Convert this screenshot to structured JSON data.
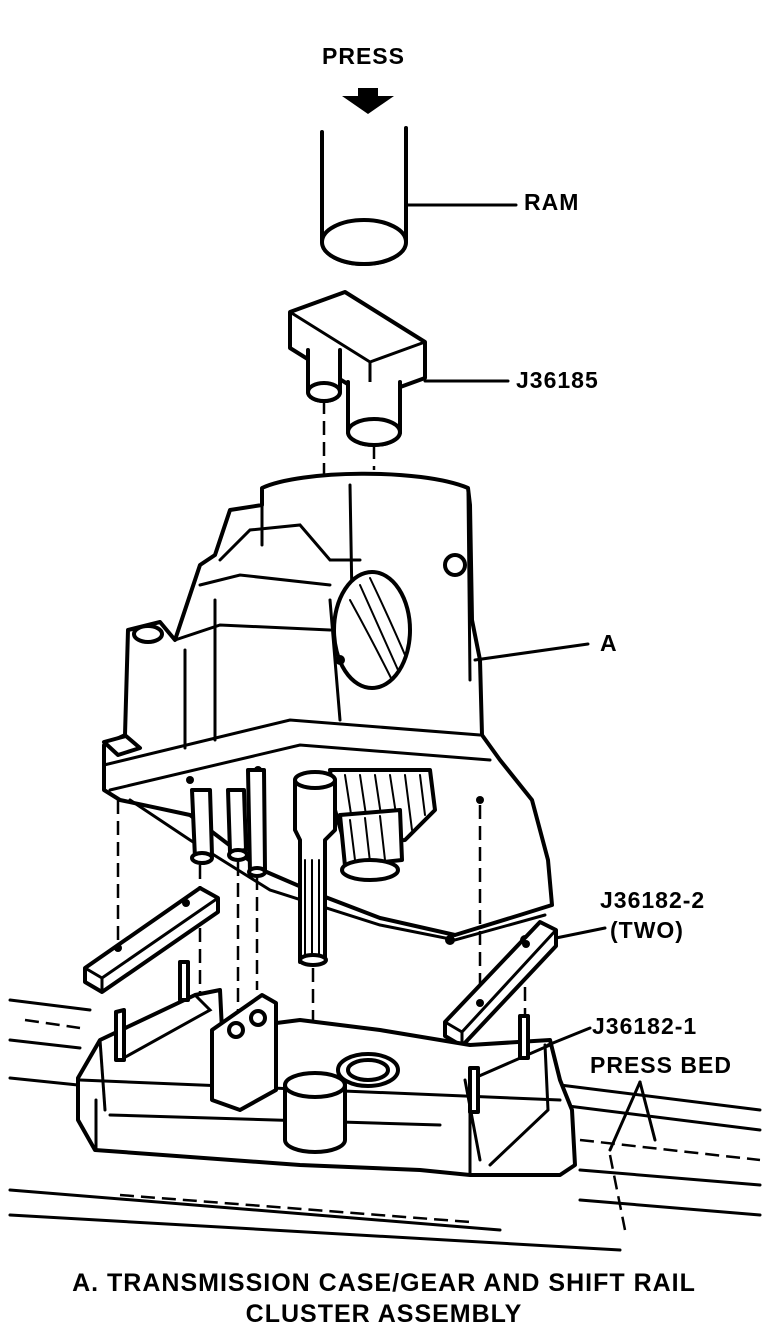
{
  "labels": {
    "press": "PRESS",
    "ram": "RAM",
    "adapter": "J36185",
    "case": "A",
    "support_bars_line1": "J36182-2",
    "support_bars_line2": "(TWO)",
    "fixture": "J36182-1",
    "press_bed": "PRESS BED"
  },
  "caption": {
    "line1": "A. TRANSMISSION CASE/GEAR AND SHIFT RAIL",
    "line2": "CLUSTER ASSEMBLY"
  }
}
